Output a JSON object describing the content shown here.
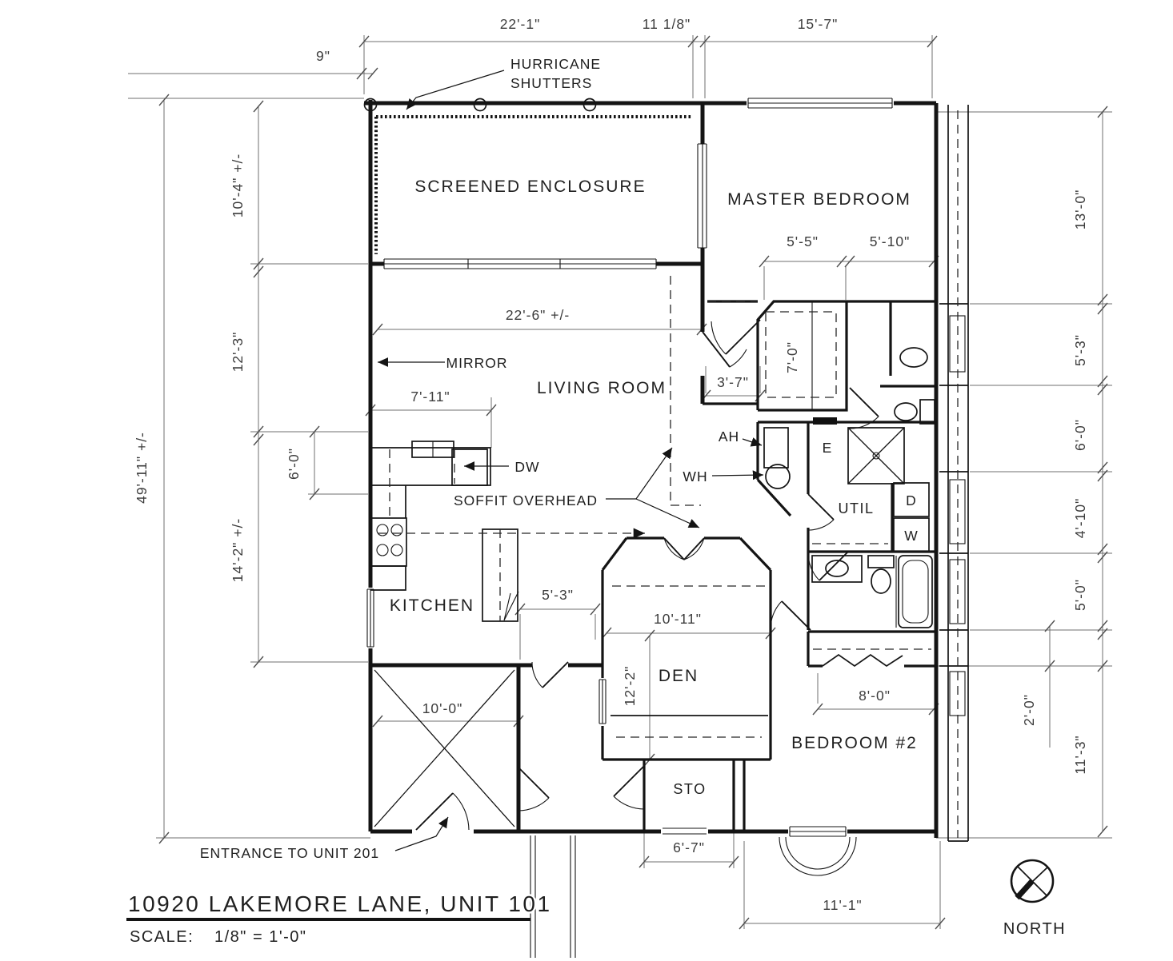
{
  "drawing": {
    "title": "10920 LAKEMORE LANE, UNIT 101",
    "scale_label": "SCALE:",
    "scale_value": "1/8\" = 1'-0\"",
    "north_label": "NORTH",
    "ink_color": "#141414",
    "paper_color": "#ffffff"
  },
  "rooms": {
    "screened_enclosure": "SCREENED ENCLOSURE",
    "master_bedroom": "MASTER BEDROOM",
    "living_room": "LIVING ROOM",
    "kitchen": "KITCHEN",
    "den": "DEN",
    "bedroom_2": "BEDROOM #2",
    "utility": "UTIL",
    "storage": "STO"
  },
  "callouts": {
    "hurricane_line1": "HURRICANE",
    "hurricane_line2": "SHUTTERS",
    "mirror": "MIRROR",
    "dishwasher": "DW",
    "soffit": "SOFFIT OVERHEAD",
    "air_handler": "AH",
    "water_heater": "WH",
    "electric_panel": "E",
    "dryer": "D",
    "washer": "W",
    "entrance_note": "ENTRANCE TO UNIT 201"
  },
  "dimensions": {
    "top": {
      "offset": "9\"",
      "enclosure_width": "22'-1\"",
      "wall_gap": "11 1/8\"",
      "master_width": "15'-7\""
    },
    "left": {
      "overall": "49'-11\" +/-",
      "enclosure_depth": "10'-4\" +/-",
      "living_depth": "12'-3\"",
      "counter_offset": "6'-0\"",
      "kitchen_depth": "14'-2\" +/-"
    },
    "right": {
      "master_depth": "13'-0\"",
      "bath_depth": "5'-3\"",
      "utility_depth": "6'-0\"",
      "hall_depth": "4'-10\"",
      "bath2_depth": "5'-0\"",
      "closet_depth": "2'-0\"",
      "bedroom2_depth": "11'-3\""
    },
    "interior": {
      "living_width": "22'-6\" +/-",
      "mirror_wall": "7'-11\"",
      "bath_left": "5'-5\"",
      "bath_right": "5'-10\"",
      "hall_width": "3'-7\"",
      "shower_depth": "7'-0\"",
      "kitchen_pass": "5'-3\"",
      "den_width": "10'-11\"",
      "den_depth": "12'-2\"",
      "garage_width": "10'-0\"",
      "closet_width": "8'-0\"",
      "porch_width": "6'-7\"",
      "bedroom2_width": "11'-1\""
    }
  }
}
